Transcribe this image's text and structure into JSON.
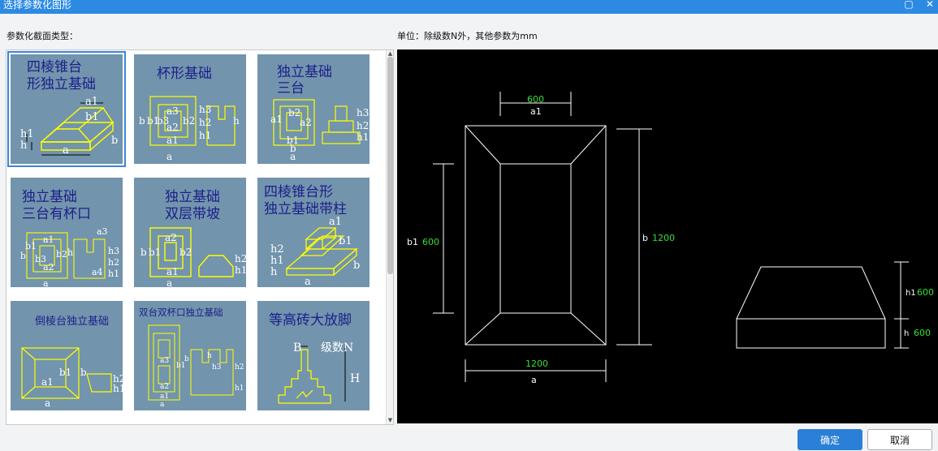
{
  "window": {
    "title": "选择参数化图形",
    "maximize_icon": "maximize-icon",
    "close_icon": "close-icon"
  },
  "labels": {
    "section_type": "参数化截面类型：",
    "unit_note": "单位：除级数N外，其他参数为mm"
  },
  "tiles": [
    {
      "caption_l1": "四棱锥台",
      "caption_l2": "形独立基础",
      "selected": true,
      "icon": "pyramid-frustum-footing-icon",
      "params": [
        "a",
        "a1",
        "b",
        "b1",
        "h",
        "h1"
      ]
    },
    {
      "caption_l1": "杯形基础",
      "caption_l2": "",
      "selected": false,
      "icon": "cup-footing-icon",
      "params": [
        "a",
        "a1",
        "a2",
        "a3",
        "b",
        "b1",
        "b2",
        "b3",
        "h",
        "h1",
        "h2",
        "h3"
      ]
    },
    {
      "caption_l1": "独立基础",
      "caption_l2": "三台",
      "selected": false,
      "icon": "three-step-footing-icon",
      "params": [
        "a",
        "a1",
        "a2",
        "b",
        "b1",
        "b2",
        "h1",
        "h2",
        "h3"
      ]
    },
    {
      "caption_l1": "独立基础",
      "caption_l2": "三台有杯口",
      "selected": false,
      "icon": "three-step-cup-footing-icon",
      "params": [
        "a",
        "a1",
        "a2",
        "a3",
        "a4",
        "b",
        "b1",
        "b2",
        "b3",
        "h",
        "h1",
        "h2",
        "h3"
      ]
    },
    {
      "caption_l1": "独立基础",
      "caption_l2": "双层带坡",
      "selected": false,
      "icon": "two-layer-slope-footing-icon",
      "params": [
        "a",
        "a1",
        "a2",
        "b",
        "b1",
        "b2",
        "h1",
        "h2"
      ]
    },
    {
      "caption_l1": "四棱锥台形",
      "caption_l2": "独立基础带柱",
      "selected": false,
      "icon": "pyramid-footing-column-icon",
      "params": [
        "a",
        "a1",
        "b",
        "b1",
        "h",
        "h1",
        "h2"
      ]
    },
    {
      "caption_l1": "倒棱台独立基础",
      "caption_l2": "",
      "selected": false,
      "icon": "inverted-frustum-footing-icon",
      "params": [
        "a",
        "a1",
        "b",
        "b1",
        "h1",
        "h2"
      ]
    },
    {
      "caption_l1": "双台双杯口独立基础",
      "caption_l2": "",
      "selected": false,
      "icon": "double-cup-footing-icon",
      "params": [
        "a",
        "a1",
        "a2",
        "a3",
        "b",
        "b1",
        "h",
        "h1",
        "h2",
        "h3"
      ]
    },
    {
      "caption_l1": "等高砖大放脚",
      "caption_l2": "",
      "selected": false,
      "icon": "brick-footing-icon",
      "params": [
        "B",
        "级数N",
        "H"
      ]
    }
  ],
  "preview": {
    "plan": {
      "a1_value": "600",
      "a1_label": "a1",
      "b1_label": "b1",
      "b1_value": "600",
      "b_label": "b",
      "b_value": "1200",
      "a_value": "1200",
      "a_label": "a"
    },
    "section": {
      "h1_label": "h1",
      "h1_value": "600",
      "h_label": "h",
      "h_value": "600"
    },
    "line_color": "#ffffff",
    "value_color": "#35e035"
  },
  "buttons": {
    "ok": "确定",
    "cancel": "取消"
  },
  "scroll": {
    "up_icon": "scroll-up-icon",
    "down_icon": "scroll-down-icon"
  }
}
